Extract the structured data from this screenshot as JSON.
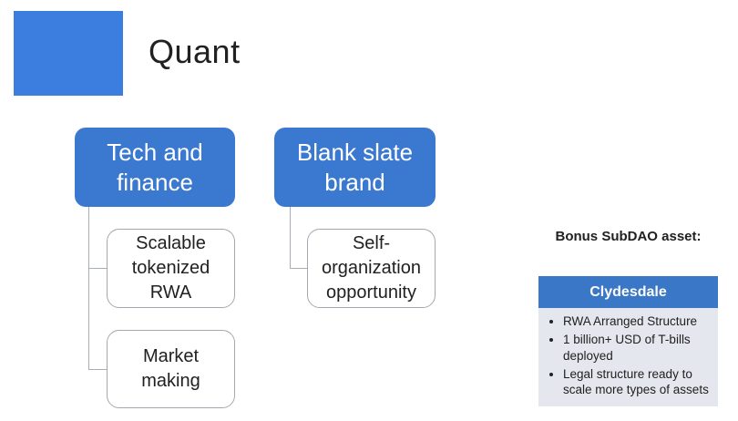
{
  "slide": {
    "title": "Quant"
  },
  "diagram": {
    "branches": [
      {
        "label": "Tech and finance",
        "children": [
          "Scalable tokenized RWA",
          "Market making"
        ]
      },
      {
        "label": "Blank slate brand",
        "children": [
          "Self-organization opportunity"
        ]
      }
    ]
  },
  "bonus": {
    "heading": "Bonus SubDAO asset:",
    "card": {
      "title": "Clydesdale",
      "bullets": [
        "RWA Arranged Structure",
        "1 billion+ USD of T-bills deployed",
        "Legal structure ready to scale more types of assets"
      ]
    }
  },
  "colors": {
    "logo_blue": "#3c7ee0",
    "node_blue": "#3a79cf",
    "header_blue": "#3a77c6",
    "card_body": "#e5e7ee",
    "border_gray": "#a3a8b0",
    "line_gray": "#a9aeb6",
    "text_dark": "#212121"
  }
}
